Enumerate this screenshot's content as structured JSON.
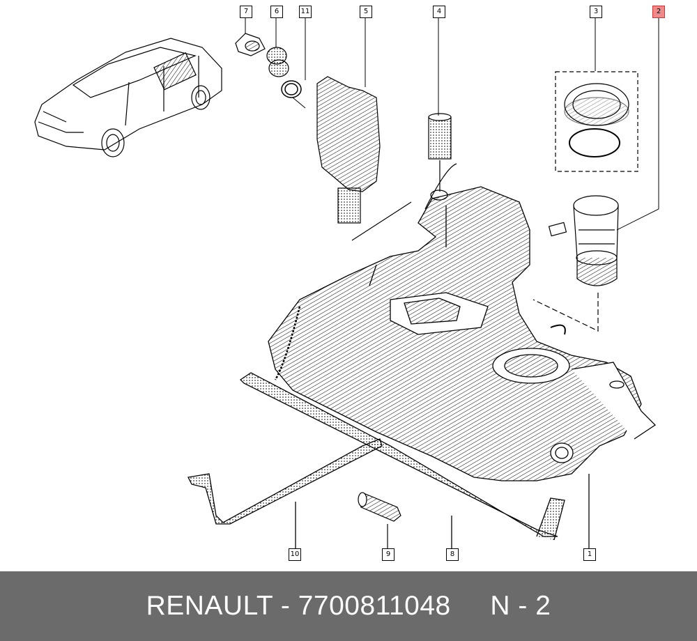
{
  "callouts": {
    "c1": "1",
    "c2": "2",
    "c3": "3",
    "c4": "4",
    "c5": "5",
    "c6": "6",
    "c7": "7",
    "c8": "8",
    "c9": "9",
    "c10": "10",
    "c11": "11"
  },
  "highlight_color": "#f08a8a",
  "footer": {
    "brand": "RENAULT",
    "separator": "-",
    "part_number": "7700811048",
    "position": "N - 2",
    "background": "#6b6b6b"
  }
}
